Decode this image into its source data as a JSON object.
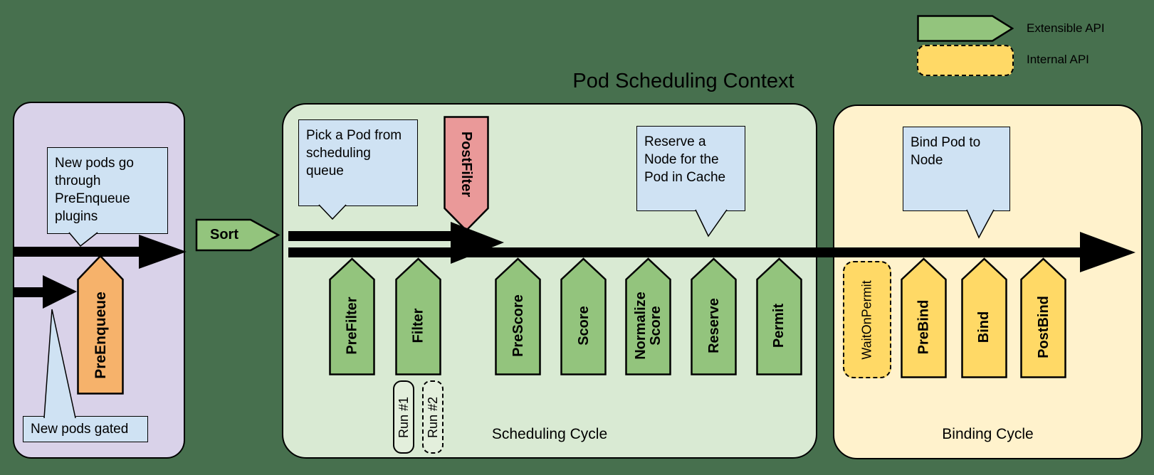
{
  "colors": {
    "background": "#47704E",
    "queue_box": "#d9d2e9",
    "scheduling_box": "#d9ead3",
    "binding_box": "#fff2cc",
    "extensible_green": "#93c47d",
    "internal_yellow": "#ffd966",
    "preenqueue_orange": "#f6b26b",
    "postfilter_red": "#ea9999",
    "callout_blue": "#cfe2f3",
    "run_pill_green": "#e3efdc",
    "arrow_black": "#000000"
  },
  "title": "Pod Scheduling Context",
  "legend": {
    "extensible_label": "Extensible API",
    "internal_label": "Internal API"
  },
  "queue": {
    "callout_preenqueue": "New pods go through PreEnqueue plugins",
    "callout_gated": "New pods gated",
    "preenqueue": "PreEnqueue"
  },
  "sort": "Sort",
  "scheduling": {
    "cycle_label": "Scheduling Cycle",
    "callout_pick": "Pick a Pod from scheduling queue",
    "callout_reserve": "Reserve a Node for the Pod in Cache",
    "postfilter": "PostFilter",
    "plugins": [
      "PreFilter",
      "Filter",
      "PreScore",
      "Score",
      "Normalize Score",
      "Reserve",
      "Permit"
    ],
    "runs": [
      "Run #1",
      "Run #2"
    ]
  },
  "binding": {
    "cycle_label": "Binding Cycle",
    "callout_bind": "Bind Pod to Node",
    "waitonpermit": "WaitOnPermit",
    "plugins": [
      "PreBind",
      "Bind",
      "PostBind"
    ]
  }
}
